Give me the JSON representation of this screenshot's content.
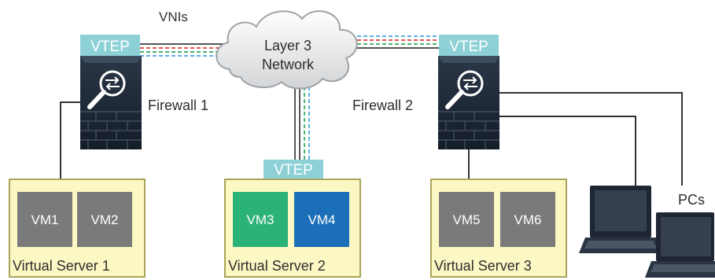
{
  "labels": {
    "vnis": "VNIs",
    "cloud_line1": "Layer 3",
    "cloud_line2": "Network",
    "firewall1": "Firewall 1",
    "firewall2": "Firewall 2",
    "pcs": "PCs"
  },
  "vteps": {
    "left": "VTEP",
    "right": "VTEP",
    "center": "VTEP"
  },
  "servers": [
    {
      "label": "Virtual Server 1",
      "vms": [
        "VM1",
        "VM2"
      ]
    },
    {
      "label": "Virtual Server 2",
      "vms": [
        "VM3",
        "VM4"
      ]
    },
    {
      "label": "Virtual Server 3",
      "vms": [
        "VM5",
        "VM6"
      ]
    }
  ],
  "colors": {
    "vtep": "#8dd1d6",
    "server_box": "#fcf8c3",
    "server_border": "#a8a458",
    "vm_gray": "#7a7a7a",
    "vm_green": "#2bb377",
    "vm_blue": "#1a6fb8",
    "firewall_dark": "#1c2735",
    "vni_red": "#e25a55",
    "vni_green": "#49b569",
    "vni_blue": "#5eaee2"
  }
}
